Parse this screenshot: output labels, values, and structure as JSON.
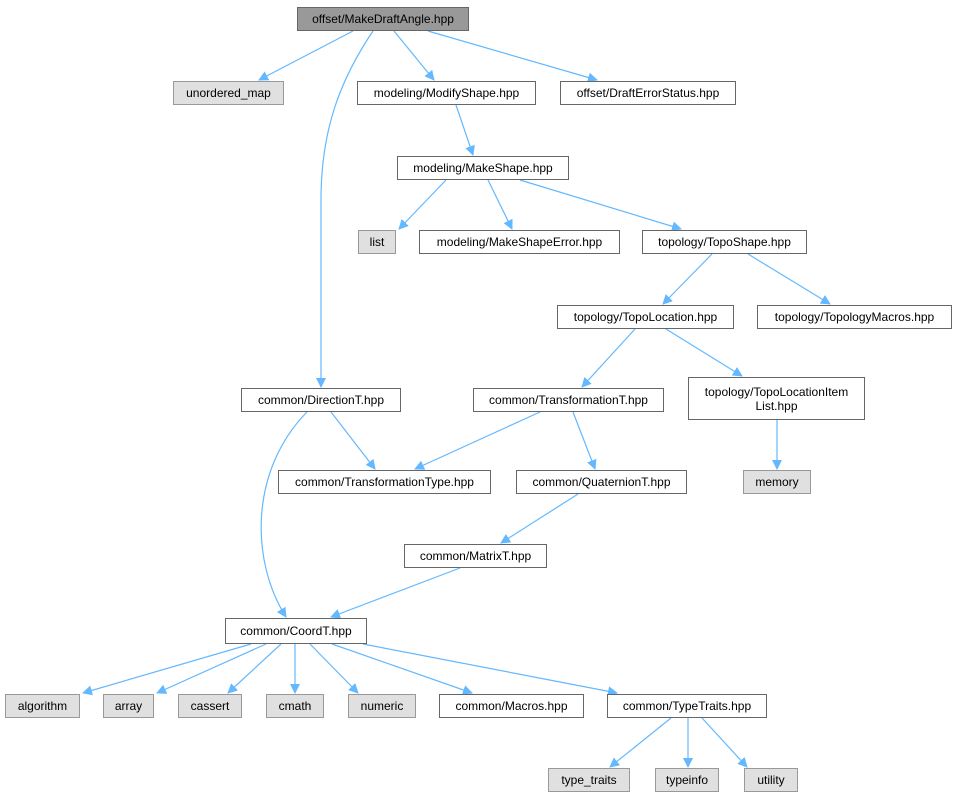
{
  "nodes": {
    "root": "offset/MakeDraftAngle.hpp",
    "unordered_map": "unordered_map",
    "modify_shape": "modeling/ModifyShape.hpp",
    "draft_error_status": "offset/DraftErrorStatus.hpp",
    "make_shape": "modeling/MakeShape.hpp",
    "list": "list",
    "make_shape_error": "modeling/MakeShapeError.hpp",
    "topo_shape": "topology/TopoShape.hpp",
    "topo_location": "topology/TopoLocation.hpp",
    "topology_macros": "topology/TopologyMacros.hpp",
    "direction_t": "common/DirectionT.hpp",
    "transformation_t": "common/TransformationT.hpp",
    "topo_location_item_list_1": "topology/TopoLocationItem",
    "topo_location_item_list_2": "List.hpp",
    "transformation_type": "common/TransformationType.hpp",
    "quaternion_t": "common/QuaternionT.hpp",
    "memory": "memory",
    "matrix_t": "common/MatrixT.hpp",
    "coord_t": "common/CoordT.hpp",
    "algorithm": "algorithm",
    "array": "array",
    "cassert": "cassert",
    "cmath": "cmath",
    "numeric": "numeric",
    "macros": "common/Macros.hpp",
    "type_traits_hpp": "common/TypeTraits.hpp",
    "type_traits": "type_traits",
    "typeinfo": "typeinfo",
    "utility": "utility"
  },
  "colors": {
    "edge": "#63b8ff",
    "root_fill": "#999999",
    "system_fill": "#e0e0e0"
  }
}
